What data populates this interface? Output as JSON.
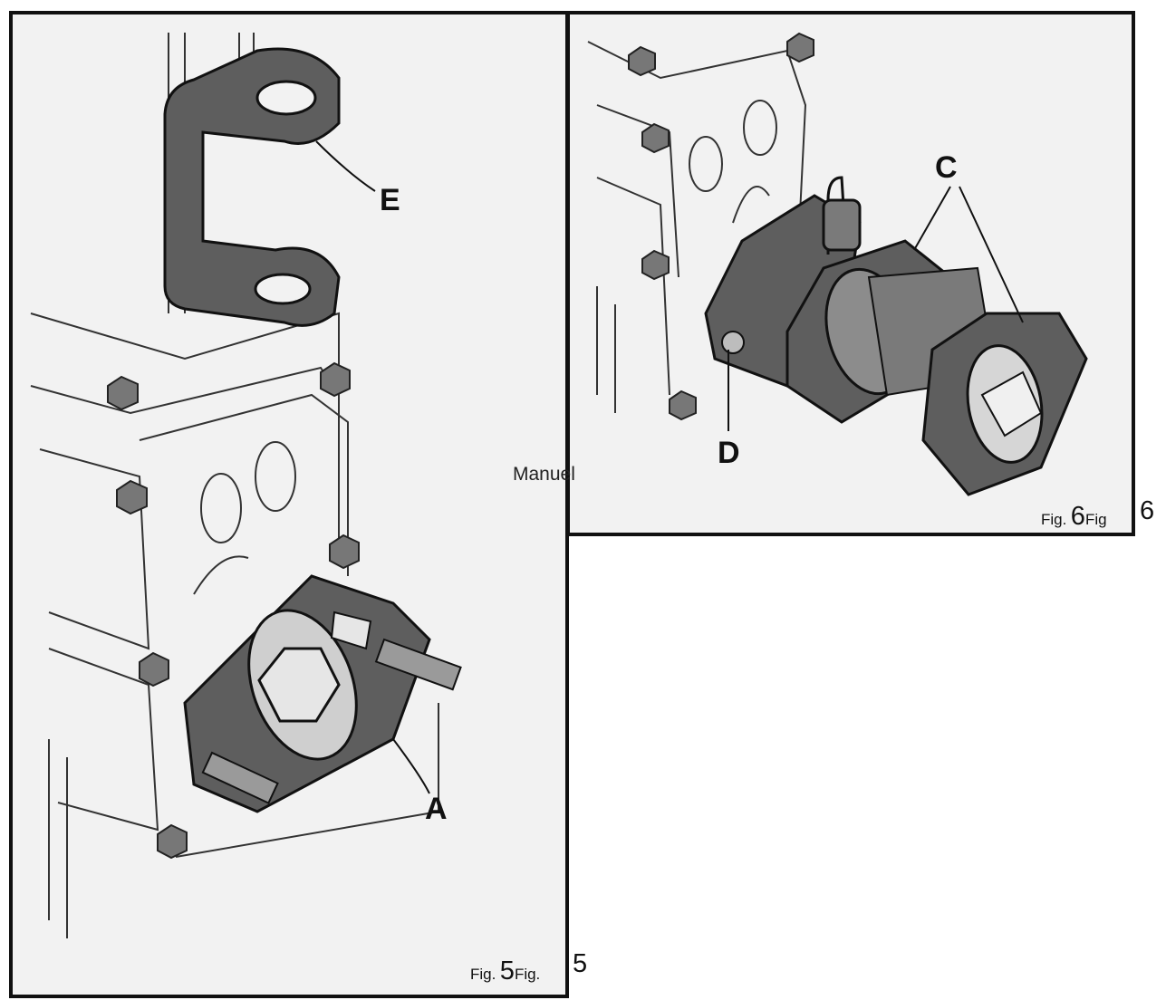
{
  "figures": [
    {
      "caption_small": "Fig.",
      "caption_num": "5",
      "caption_repeat_small": "Fig.",
      "caption_repeat_num": "5",
      "callouts": [
        "E",
        "A"
      ]
    },
    {
      "caption_small": "Fig.",
      "caption_num": "6",
      "caption_repeat_small": "Fig",
      "caption_repeat_num": "6",
      "callouts": [
        "C",
        "D"
      ]
    }
  ],
  "overlay_text": "Manuel",
  "colors": {
    "frame": "#111111",
    "paper": "#f2f2f2",
    "part_fill": "#5e5e5e",
    "line": "#222222"
  }
}
